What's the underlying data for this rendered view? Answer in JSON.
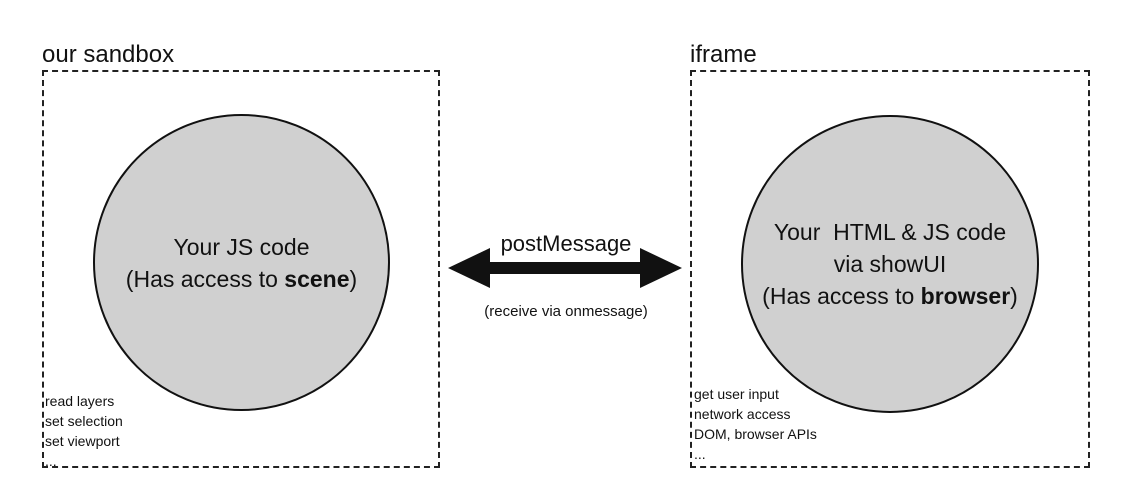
{
  "sandbox": {
    "title": "our sandbox",
    "circle_line1": "Your JS code",
    "circle_line2_prefix": "(Has access to ",
    "circle_line2_bold": "scene",
    "circle_line2_suffix": ")",
    "capabilities": [
      "read layers",
      "set selection",
      "set viewport",
      "..."
    ]
  },
  "iframe": {
    "title": "iframe",
    "circle_line1": "Your  HTML & JS code",
    "circle_line2": "via showUI",
    "circle_line3_prefix": "(Has access to ",
    "circle_line3_bold": "browser",
    "circle_line3_suffix": ")",
    "capabilities": [
      "get user input",
      "network access",
      "DOM, browser APIs",
      "..."
    ]
  },
  "connector": {
    "label": "postMessage",
    "sublabel": "(receive via onmessage)"
  },
  "colors": {
    "circle_fill": "#d0d0d0",
    "stroke": "#111111"
  }
}
